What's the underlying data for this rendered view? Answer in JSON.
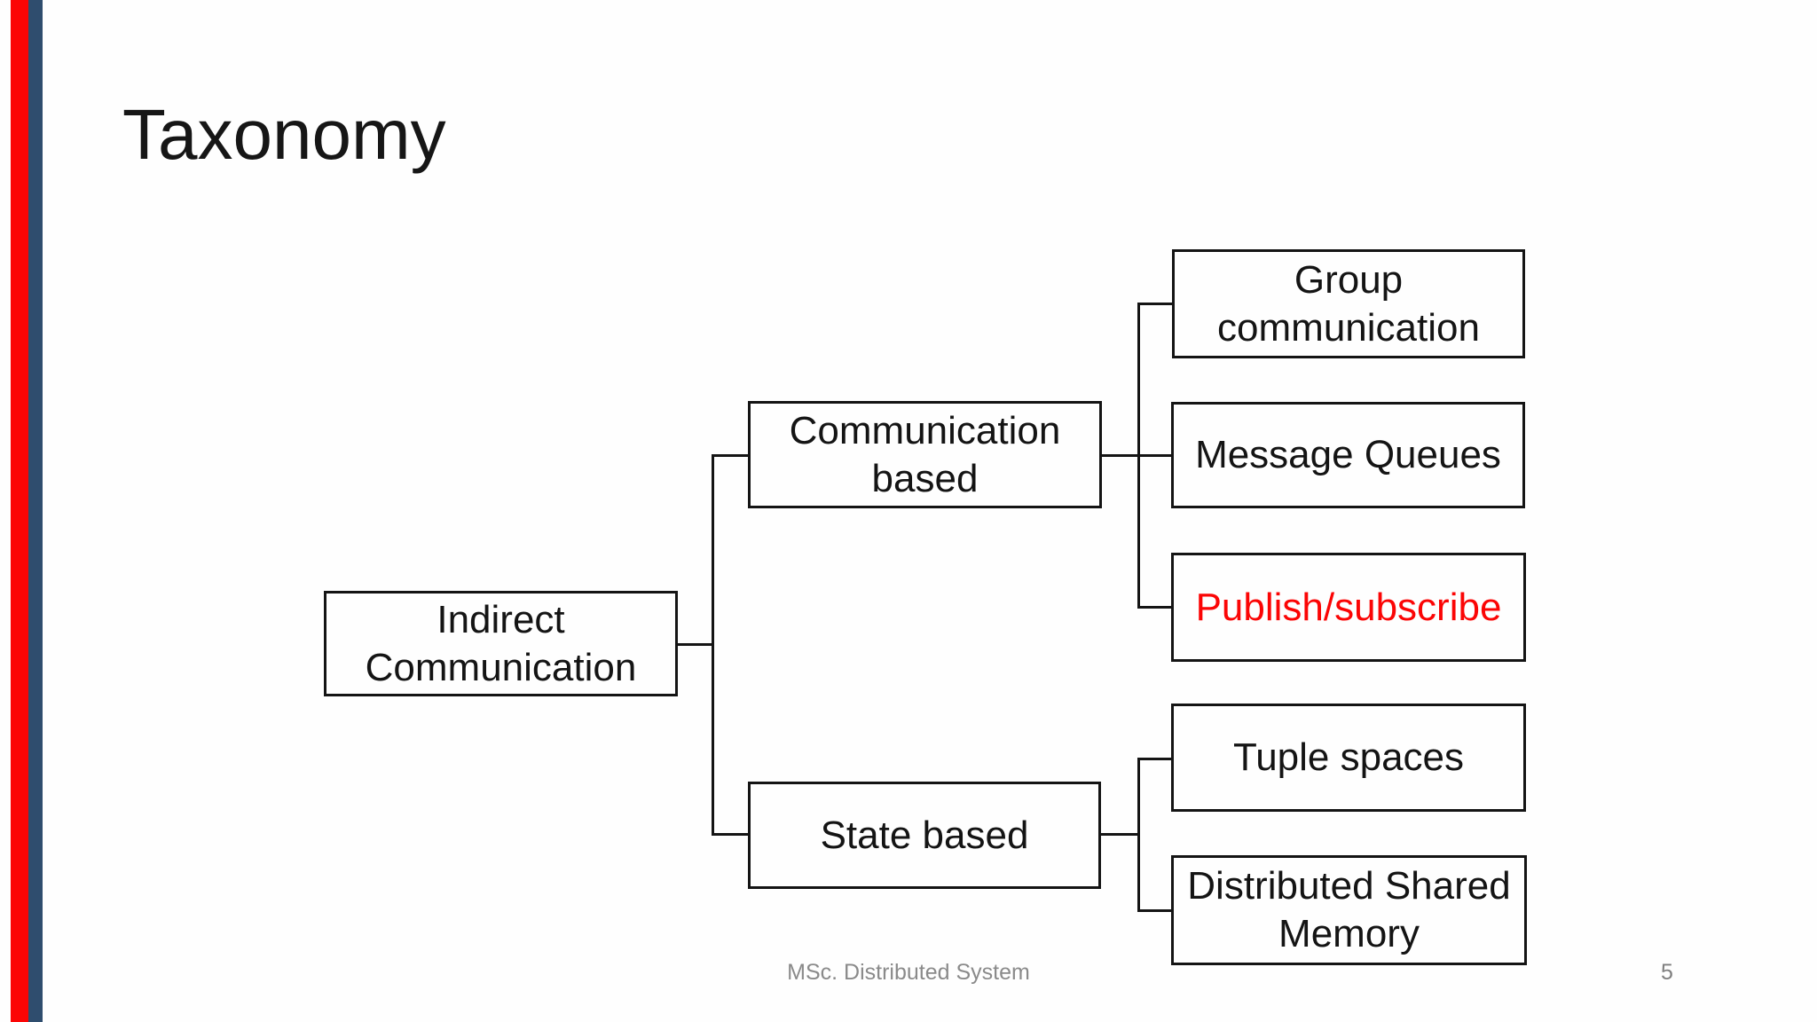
{
  "slide": {
    "title": "Taxonomy",
    "footer": "MSc. Distributed System",
    "page_number": "5"
  },
  "colors": {
    "stripe_red": "#fb0505",
    "stripe_navy": "#2f4d6e",
    "box_border": "#141414",
    "highlight_text_red": "#fb0505",
    "footer_gray": "#8a8a8a",
    "background": "#fefefe"
  },
  "diagram": {
    "nodes": [
      {
        "id": "indirect-communication",
        "label": "Indirect Communication"
      },
      {
        "id": "communication-based",
        "label": "Communication based"
      },
      {
        "id": "state-based",
        "label": "State based"
      },
      {
        "id": "group-communication",
        "label": "Group communication"
      },
      {
        "id": "message-queues",
        "label": "Message Queues"
      },
      {
        "id": "publish-subscribe",
        "label": "Publish/subscribe",
        "highlighted": true,
        "text_color": "#fb0505"
      },
      {
        "id": "tuple-spaces",
        "label": "Tuple spaces"
      },
      {
        "id": "distributed-shared-memory",
        "label": "Distributed Shared Memory"
      }
    ],
    "edges": [
      {
        "from": "Indirect Communication",
        "to": "Communication based"
      },
      {
        "from": "Indirect Communication",
        "to": "State based"
      },
      {
        "from": "Communication based",
        "to": "Group communication"
      },
      {
        "from": "Communication based",
        "to": "Message Queues"
      },
      {
        "from": "Communication based",
        "to": "Publish/subscribe"
      },
      {
        "from": "State based",
        "to": "Tuple spaces"
      },
      {
        "from": "State based",
        "to": "Distributed Shared Memory"
      }
    ]
  }
}
